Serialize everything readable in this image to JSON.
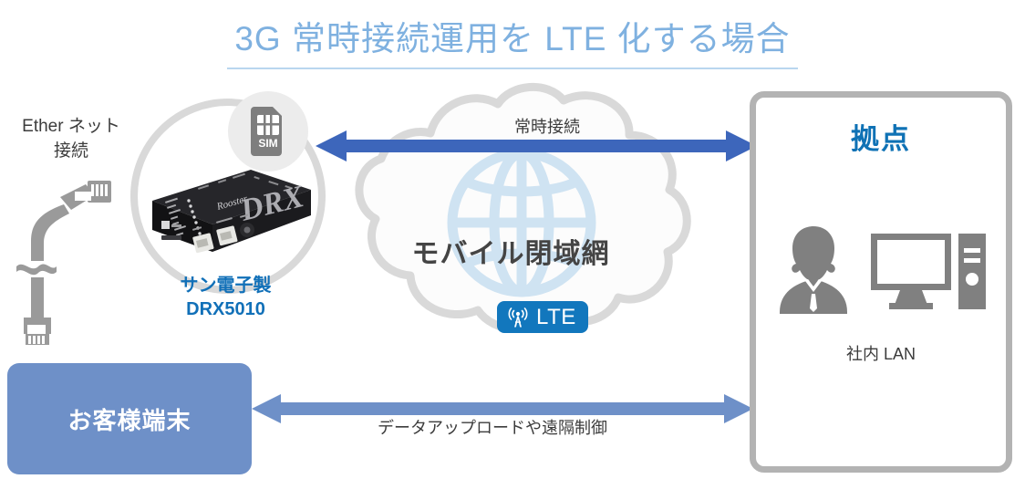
{
  "title": "3G 常時接続運用を LTE 化する場合",
  "left": {
    "ether_label_line1": "Ether ネット",
    "ether_label_line2": "接続",
    "cable_icon": "ethernet-cable-icon",
    "ring_icon": "highlight-circle",
    "device_icon": "drx-router-device",
    "device_brand": "Rooster",
    "device_model_art": "DRX",
    "device_caption_line1": "サン電子製",
    "device_caption_line2": "DRX5010",
    "sim_icon": "sim-card-icon",
    "sim_text": "SIM"
  },
  "cloud": {
    "icon": "cloud-shape",
    "globe_icon": "globe-watermark-icon",
    "label": "モバイル閉域網",
    "badge": {
      "icon": "cell-tower-icon",
      "text": "LTE",
      "color": "#1277bd"
    }
  },
  "arrows": {
    "top": {
      "label": "常時接続",
      "color": "#3d66bb",
      "icon": "double-headed-arrow-horizontal"
    },
    "bottom": {
      "label": "データアップロードや遠隔制御",
      "color": "#6e90c8",
      "icon": "double-headed-arrow-horizontal"
    }
  },
  "customer_box": {
    "label": "お客様端末",
    "fill": "#6e90c8",
    "text_color": "#ffffff"
  },
  "site_panel": {
    "title": "拠点",
    "title_color": "#0f72b5",
    "border_color": "#b3b3b3",
    "person_icon": "person-silhouette-icon",
    "monitor_icon": "desktop-monitor-icon",
    "tower_icon": "pc-tower-icon",
    "caption": "社内 LAN"
  },
  "colors": {
    "title": "#7fb1e0",
    "title_rule": "#b9d6ef",
    "brand_blue": "#1170b8",
    "cloud_outline": "#d9d9d9",
    "globe": "#cfe3f2",
    "icon_gray": "#808080",
    "ring_gray": "#d9d9d9"
  }
}
